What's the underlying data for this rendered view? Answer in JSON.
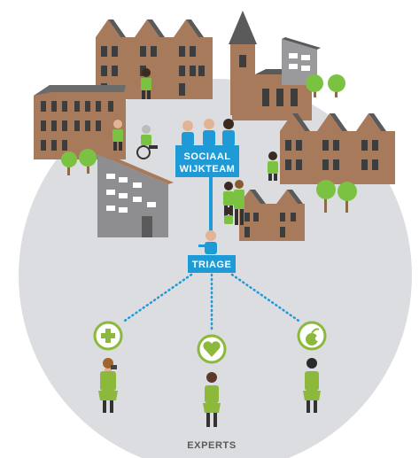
{
  "sign_sociaal_line1": "SOCIAAL",
  "sign_sociaal_line2": "WIJKTEAM",
  "sign_triage": "TRIAGE",
  "experts_label": "EXPERTS",
  "expert_icons": [
    "plus-icon",
    "heart-icon",
    "apple-icon"
  ],
  "colors": {
    "circle": "#dcdde0",
    "accent_blue": "#1e9ad6",
    "accent_green": "#8cb83b",
    "brick": "#a87a5c",
    "roof": "#5a5a5a",
    "tree": "#7cc242",
    "gray_building": "#8e8e90"
  }
}
